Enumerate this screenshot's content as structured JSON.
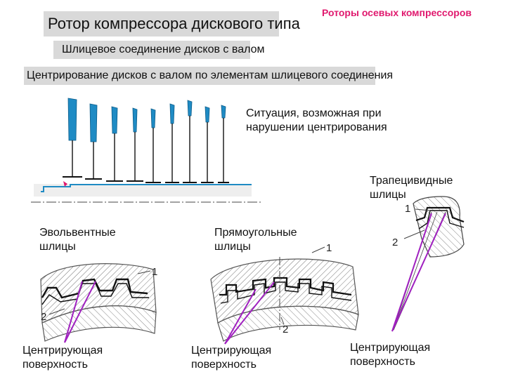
{
  "header": {
    "title": "Ротор компрессора дискового типа",
    "corner_title": "Роторы осевых компрессоров",
    "subtitle_1": "Шлицевое соединение дисков с валом",
    "subtitle_2": "Центрирование дисков с валом по элементам шлицевого соединения"
  },
  "rotor_note": {
    "line1": "Ситуация, возможная при",
    "line2": "нарушении центрирования"
  },
  "trapezoid": {
    "label_line1": "Трапецивидные",
    "label_line2": "шлицы",
    "num1": "1",
    "num2": "2",
    "center_label": "Центрирующая поверхность"
  },
  "involute": {
    "label_line1": "Эвольвентные",
    "label_line2": "шлицы",
    "num1": "1",
    "num2": "2",
    "center_label_line1": "Центрирующая",
    "center_label_line2": "поверхность"
  },
  "rect": {
    "label_line1": "Прямоугольные",
    "label_line2": "шлицы",
    "num1": "1",
    "num2": "2",
    "center_label_line1": "Центрирующая",
    "center_label_line2": "поверхность"
  },
  "colors": {
    "blade": "#1f8bc4",
    "shaft": "#1f8bc4",
    "pointer": "#a020c0",
    "accent": "#e0196e"
  }
}
